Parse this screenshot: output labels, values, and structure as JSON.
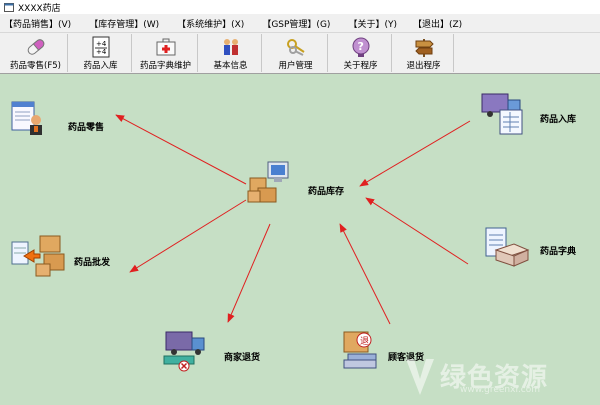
{
  "window": {
    "title": "XXXX药店"
  },
  "menu": [
    {
      "label": "【药品销售】(V)"
    },
    {
      "label": "【库存管理】(W)"
    },
    {
      "label": "【系统维护】(X)"
    },
    {
      "label": "【GSP管理】(G)"
    },
    {
      "label": "【关于】(Y)"
    },
    {
      "label": "【退出】(Z)"
    }
  ],
  "toolbar": [
    {
      "label": "药品零售(F5)",
      "icon": "pill-icon"
    },
    {
      "label": "药品入库",
      "icon": "calculator-icon"
    },
    {
      "label": "药品字典维护",
      "icon": "first-aid-kit-icon"
    },
    {
      "label": "基本信息",
      "icon": "people-icon"
    },
    {
      "label": "用户管理",
      "icon": "keys-icon"
    },
    {
      "label": "关于程序",
      "icon": "help-icon"
    },
    {
      "label": "退出程序",
      "icon": "signpost-icon"
    }
  ],
  "nodes": {
    "center": {
      "label": "药品库存",
      "icon": "computer-boxes-icon"
    },
    "retail": {
      "label": "药品零售",
      "icon": "cashier-icon"
    },
    "wholesale": {
      "label": "药品批发",
      "icon": "boxes-transfer-icon"
    },
    "vendor_return": {
      "label": "商家退货",
      "icon": "return-truck-icon"
    },
    "customer_return": {
      "label": "顾客退货",
      "icon": "customer-return-icon"
    },
    "stock_in": {
      "label": "药品入库",
      "icon": "truck-document-icon"
    },
    "dictionary": {
      "label": "药品字典",
      "icon": "book-box-icon"
    }
  },
  "colors": {
    "canvas": "#c6dfc5",
    "arrow": "#e02020"
  },
  "watermark": {
    "text": "绿色资源",
    "sub": "www.greenxf.com"
  }
}
